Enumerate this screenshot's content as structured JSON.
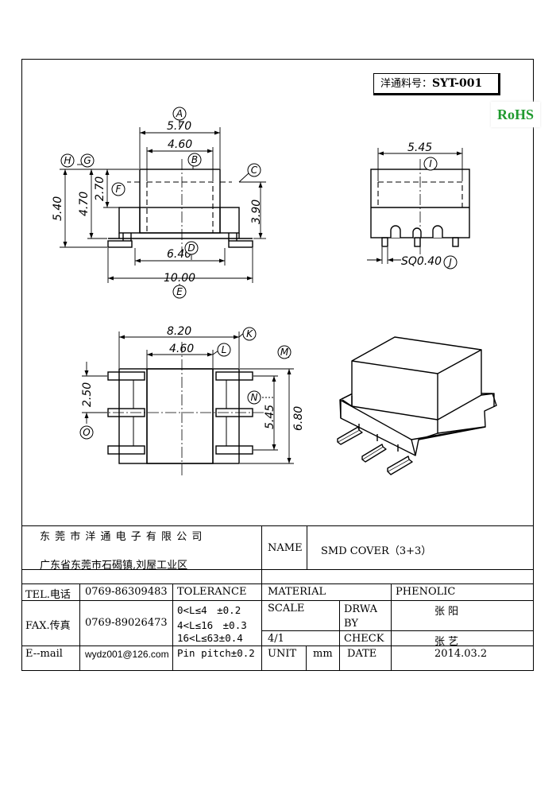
{
  "part_number": {
    "label": "洋通料号：",
    "value": "SYT-001"
  },
  "rohs": "RoHS",
  "front_view": {
    "dims": {
      "A": "5.70",
      "B": "4.60",
      "H": "5.40",
      "G": "4.70",
      "F": "2.70",
      "C": "3.90",
      "D": "6.40",
      "E": "10.00"
    }
  },
  "side_view": {
    "dims": {
      "I": "5.45",
      "J": "SQ0.40"
    }
  },
  "top_view": {
    "dims": {
      "K": "8.20",
      "L": "4.60",
      "O": "2.50",
      "N": "5.45",
      "M": "6.80"
    }
  },
  "circle_letters": [
    "A",
    "B",
    "C",
    "D",
    "E",
    "F",
    "G",
    "H",
    "I",
    "J",
    "K",
    "L",
    "M",
    "N",
    "O"
  ],
  "title_block": {
    "company_name": "东 莞 市 洋 通 电 子 有 限 公 司",
    "company_address": "广东省东莞市石碣镇,刘屋工业区",
    "name_label": "NAME",
    "name_value": "SMD COVER（3+3）",
    "tel_label": "TEL.电话",
    "tel_value": "0769-86309483",
    "fax_label": "FAX.传真",
    "fax_value": "0769-89026473",
    "email_label": "E--mail",
    "email_value": "wydz001@126.com",
    "tolerance_label": "TOLERANCE",
    "tolerance_rows": [
      "0<L≤4　±0.2",
      "4<L≤16　±0.3",
      "16<L≤63±0.4",
      "Pin pitch±0.2"
    ],
    "material_label": "MATERIAL",
    "material_value": "PHENOLIC",
    "scale_label": "SCALE",
    "scale_value": "4/1",
    "drawn_label": "DRWA\nBY",
    "drawn_value": "张 阳",
    "check_label": "CHECK",
    "check_value": "张 艺",
    "unit_label": "UNIT",
    "unit_value": "mm",
    "date_label": "DATE",
    "date_value": "2014.03.2"
  }
}
